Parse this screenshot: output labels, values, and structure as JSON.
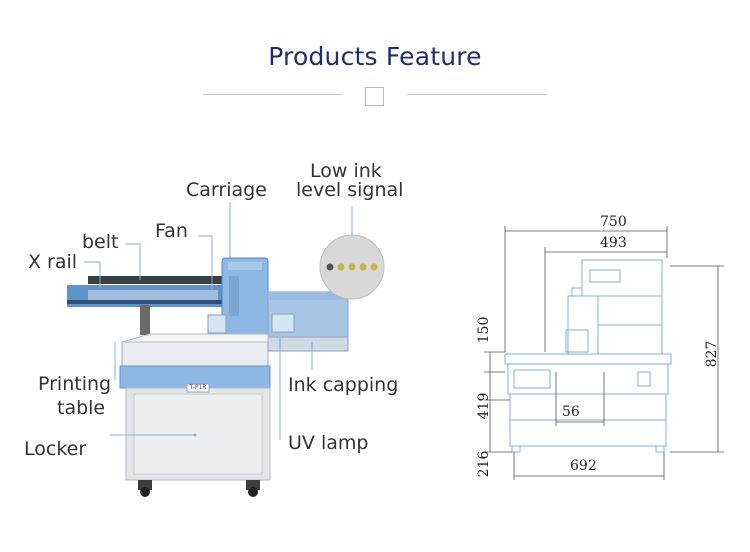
{
  "header": {
    "title": "Products Feature"
  },
  "labels": {
    "low_ink_line1": "Low ink",
    "low_ink_line2": "level signal",
    "carriage": "Carriage",
    "fan": "Fan",
    "belt": "belt",
    "x_rail": "X rail",
    "printing_line1": "Printing",
    "printing_line2": "table",
    "locker": "Locker",
    "ink_capping": "Ink capping",
    "uv_lamp": "UV lamp",
    "printer_badge": "T-P1R"
  },
  "dimensions": {
    "overall_width": "750",
    "upper_width": "493",
    "total_height": "827",
    "top_height": "150",
    "mid_height": "419",
    "bottom_height": "216",
    "base_width": "692",
    "small_gap": "56"
  },
  "colors": {
    "title": "#1f2f6b",
    "body_blue": "#8db8e3",
    "accent_blue": "#5f92c8",
    "line_blue": "#7fb0d8"
  }
}
